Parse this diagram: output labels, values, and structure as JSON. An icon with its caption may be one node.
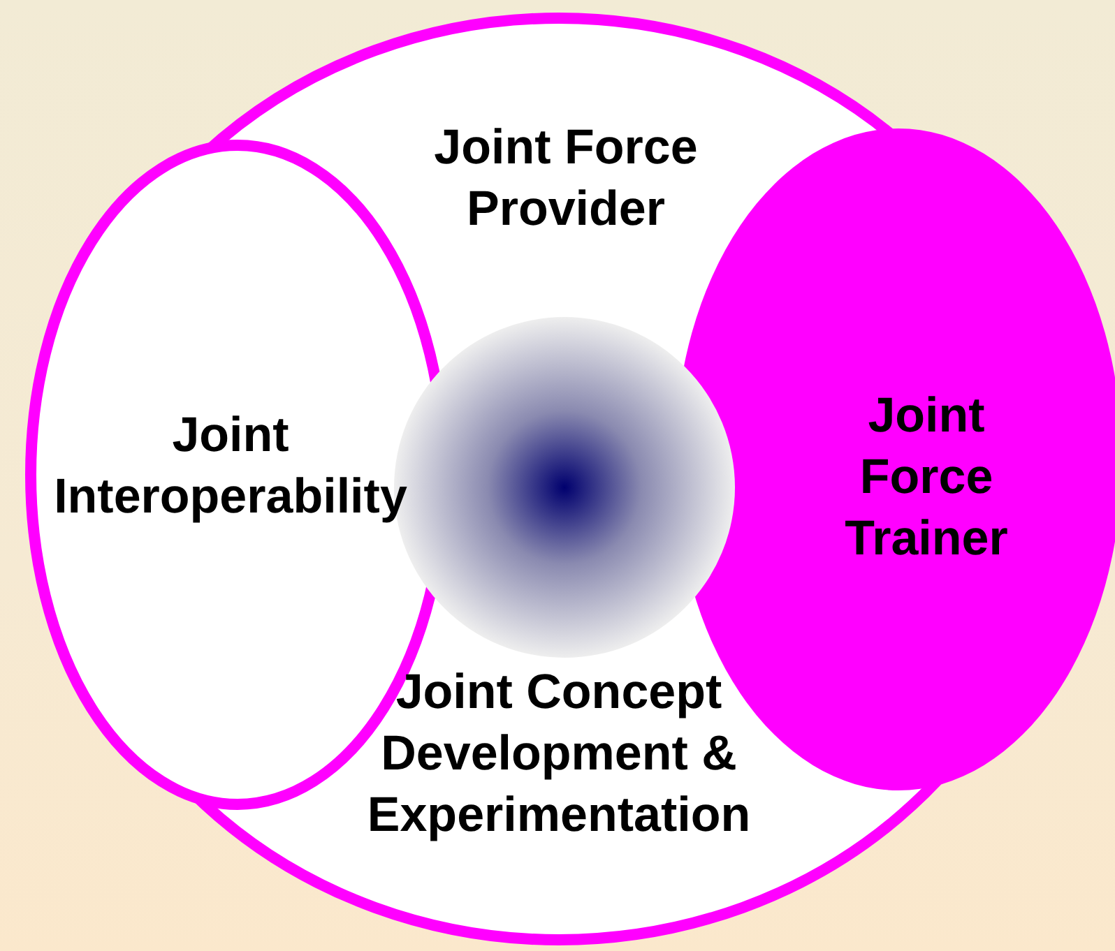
{
  "diagram": {
    "nodes": [
      {
        "text": [
          "Joint Force Provider",
          "Joint Concept Development & Experimentation"
        ]
      },
      {
        "text": [
          "Joint Interoperability"
        ]
      },
      {
        "text": [
          "Joint Force Trainer"
        ]
      },
      {
        "text": [],
        "shape": "circle",
        "in": 0
      }
    ]
  }
}
